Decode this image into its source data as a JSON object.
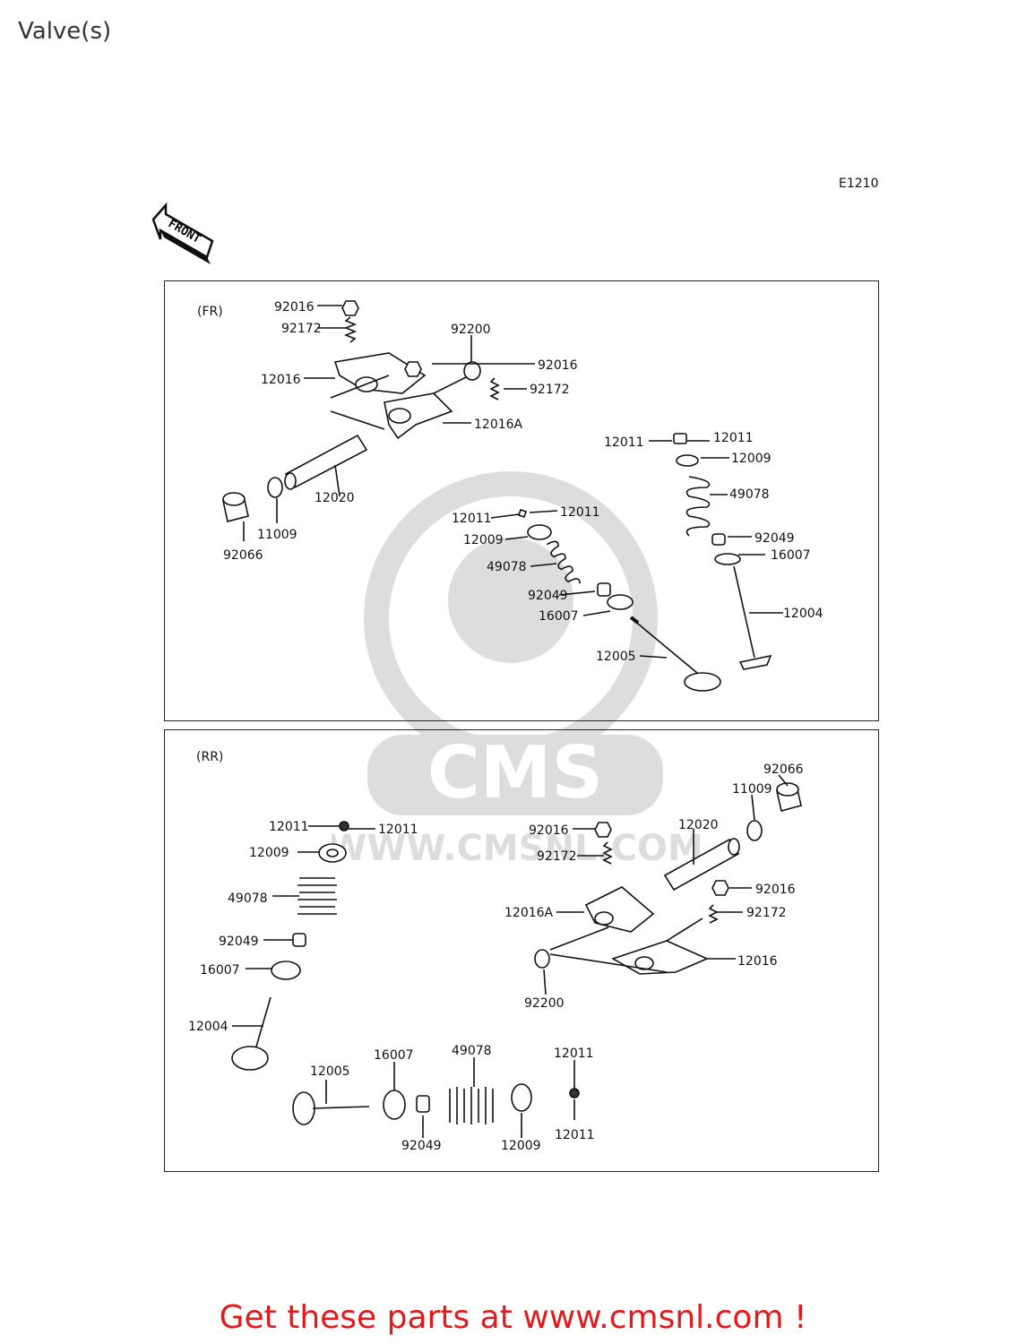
{
  "page": {
    "title": "Valve(s)",
    "diagram_code": "E1210",
    "front_label": "FRONT"
  },
  "watermark": {
    "brand": "CMS",
    "url": "WWW.CMSNL.COM"
  },
  "panels": {
    "fr": {
      "label": "(FR)",
      "parts": [
        "92016",
        "92172",
        "92200",
        "92016",
        "92172",
        "12016",
        "12016A",
        "12020",
        "11009",
        "92066",
        "12011",
        "12011",
        "12009",
        "49078",
        "92049",
        "16007",
        "12004",
        "12011",
        "12011",
        "12009",
        "49078",
        "92049",
        "16007",
        "12005"
      ]
    },
    "rr": {
      "label": "(RR)",
      "parts": [
        "92066",
        "11009",
        "12020",
        "92016",
        "92172",
        "92016",
        "92172",
        "12016A",
        "12016",
        "92200",
        "12011",
        "12011",
        "12009",
        "49078",
        "92049",
        "16007",
        "12004",
        "12005",
        "16007",
        "92049",
        "49078",
        "12009",
        "12011",
        "12011"
      ]
    }
  },
  "footer": {
    "text": "Get these parts at www.cmsnl.com !"
  },
  "colors": {
    "footer_text": "#e11b1b",
    "line": "#111111",
    "watermark": "#000000"
  }
}
